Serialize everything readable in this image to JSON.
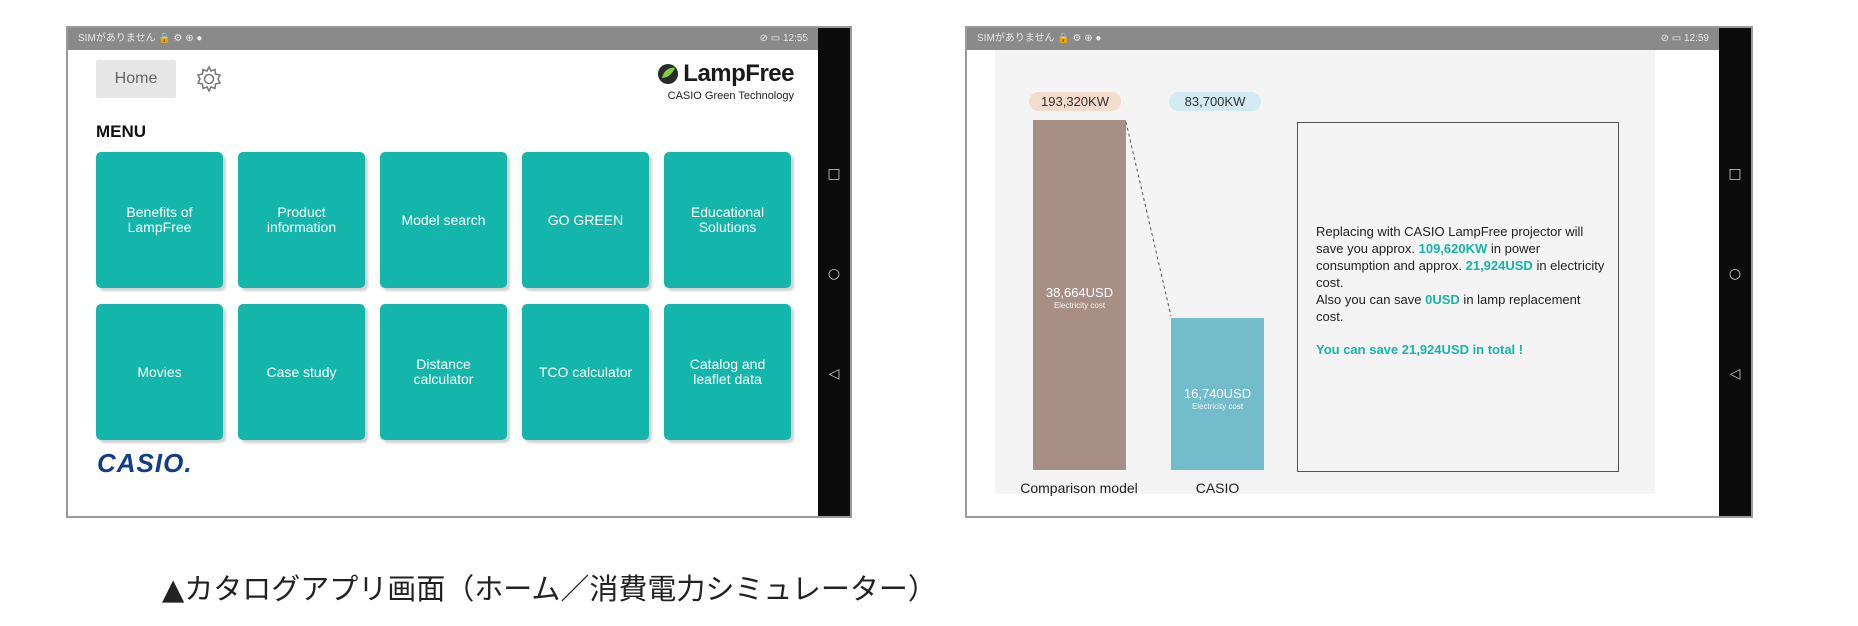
{
  "status_bar": {
    "home_left": "SIMがありません 🔒 ⚙ ⊕ ●",
    "home_right": "⊘ ▭ 12:55",
    "sim_left": "SIMがありません 🔒 ⚙ ⊕ ●",
    "sim_right": "⊘ ▭ 12:59"
  },
  "home": {
    "tab_label": "Home",
    "brand": {
      "name": "LampFree",
      "tagline": "CASIO Green Technology"
    },
    "menu_title": "MENU",
    "tiles": [
      "Benefits of LampFree",
      "Product information",
      "Model search",
      "GO GREEN",
      "Educational Solutions",
      "Movies",
      "Case study",
      "Distance calculator",
      "TCO calculator",
      "Catalog and leaflet data"
    ],
    "footer_logo": "CASIO."
  },
  "simulator": {
    "comparison_kw": "193,320KW",
    "casio_kw": "83,700KW",
    "comparison_cost": "38,664USD",
    "casio_cost": "16,740USD",
    "cost_label": "Electricity cost",
    "comparison_caption": "Comparison model",
    "casio_caption": "CASIO",
    "message": {
      "line1": "Replacing with CASIO LampFree projector will save you approx. ",
      "kw_saved": "109,620KW",
      "line2": " in power consumption and approx. ",
      "usd_saved": "21,924USD",
      "line3": " in electricity cost.",
      "line4": "Also you can save ",
      "lamp_saved": "0USD",
      "line5": " in lamp replacement cost.",
      "total": "You can save 21,924USD in total !"
    }
  },
  "chart_data": {
    "type": "bar",
    "categories": [
      "Comparison model",
      "CASIO"
    ],
    "values": [
      193320,
      83700
    ],
    "value_labels": [
      "193,320KW",
      "83,700KW"
    ],
    "cost_labels": [
      "38,664USD",
      "16,740USD"
    ],
    "ylim": [
      0,
      193320
    ],
    "colors": [
      "#a88f85",
      "#72bccb"
    ]
  },
  "caption": "▲カタログアプリ画面（ホーム／消費電力シミュレーター）",
  "colors": {
    "accent": "#14b5ab",
    "casio_blue": "#123c8c"
  }
}
